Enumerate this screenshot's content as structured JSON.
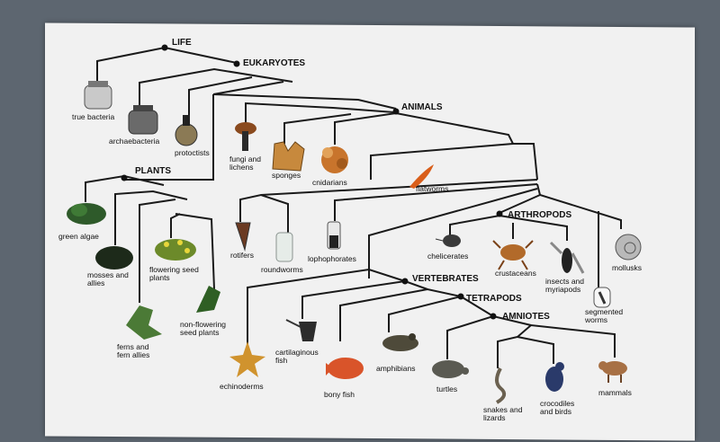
{
  "groups": {
    "life": "LIFE",
    "eukaryotes": "EUKARYOTES",
    "animals": "ANIMALS",
    "plants": "PLANTS",
    "arthropods": "ARTHROPODS",
    "vertebrates": "VERTEBRATES",
    "tetrapods": "TETRAPODS",
    "amniotes": "AMNIOTES"
  },
  "organisms": {
    "true_bacteria": "true bacteria",
    "archaebacteria": "archaebacteria",
    "protoctists": "protoctists",
    "fungi_1": "fungi and",
    "fungi_2": "lichens",
    "sponges": "sponges",
    "cnidarians": "cnidarians",
    "flatworms": "flatworms",
    "green_algae": "green algae",
    "mosses_1": "mosses and",
    "mosses_2": "allies",
    "flowering_1": "flowering seed",
    "flowering_2": "plants",
    "ferns_1": "ferns and",
    "ferns_2": "fern allies",
    "nonflowering_1": "non-flowering",
    "nonflowering_2": "seed plants",
    "rotifers": "rotifers",
    "roundworms": "roundworms",
    "lophophorates": "lophophorates",
    "chelicerates": "chelicerates",
    "crustaceans": "crustaceans",
    "insects_1": "insects and",
    "insects_2": "myriapods",
    "mollusks": "mollusks",
    "segmented_1": "segmented",
    "segmented_2": "worms",
    "echinoderms": "echinoderms",
    "cartilaginous_1": "cartilaginous",
    "cartilaginous_2": "fish",
    "bony_fish": "bony fish",
    "amphibians": "amphibians",
    "turtles": "turtles",
    "snakes_1": "snakes and",
    "snakes_2": "lizards",
    "crocodiles_1": "crocodiles",
    "crocodiles_2": "and birds",
    "mammals": "mammals"
  }
}
